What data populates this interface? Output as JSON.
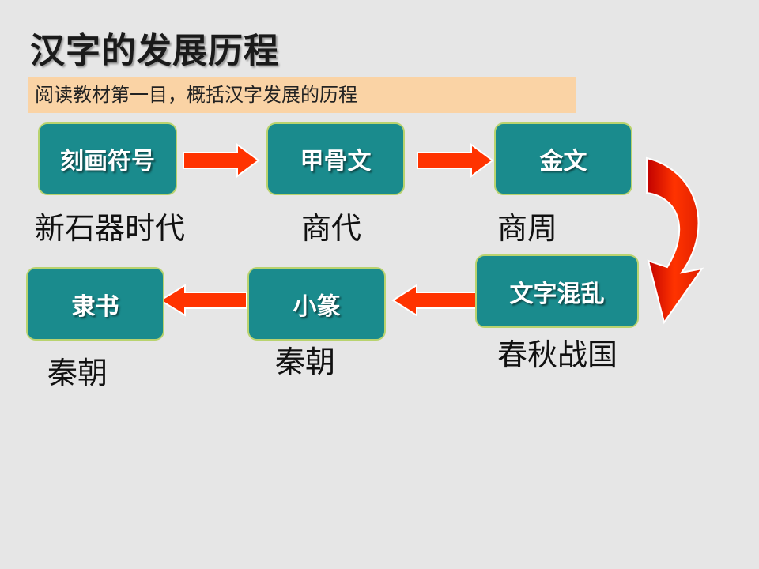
{
  "title": "汉字的发展历程",
  "instruction": "阅读教材第一目，概括汉字发展的历程",
  "stages": [
    {
      "name": "刻画符号",
      "period": "新石器时代"
    },
    {
      "name": "甲骨文",
      "period": "商代"
    },
    {
      "name": "金文",
      "period": "商周"
    },
    {
      "name": "文字混乱",
      "period": "春秋战国"
    },
    {
      "name": "小篆",
      "period": "秦朝"
    },
    {
      "name": "隶书",
      "period": "秦朝"
    }
  ],
  "colors": {
    "background": "#e6e6e6",
    "box_fill": "#1a8b8d",
    "box_border": "#b9d36f",
    "arrow": "#ff3300",
    "curved_arrow_dark": "#b30000",
    "instruction_bg": "#fad3a5"
  }
}
